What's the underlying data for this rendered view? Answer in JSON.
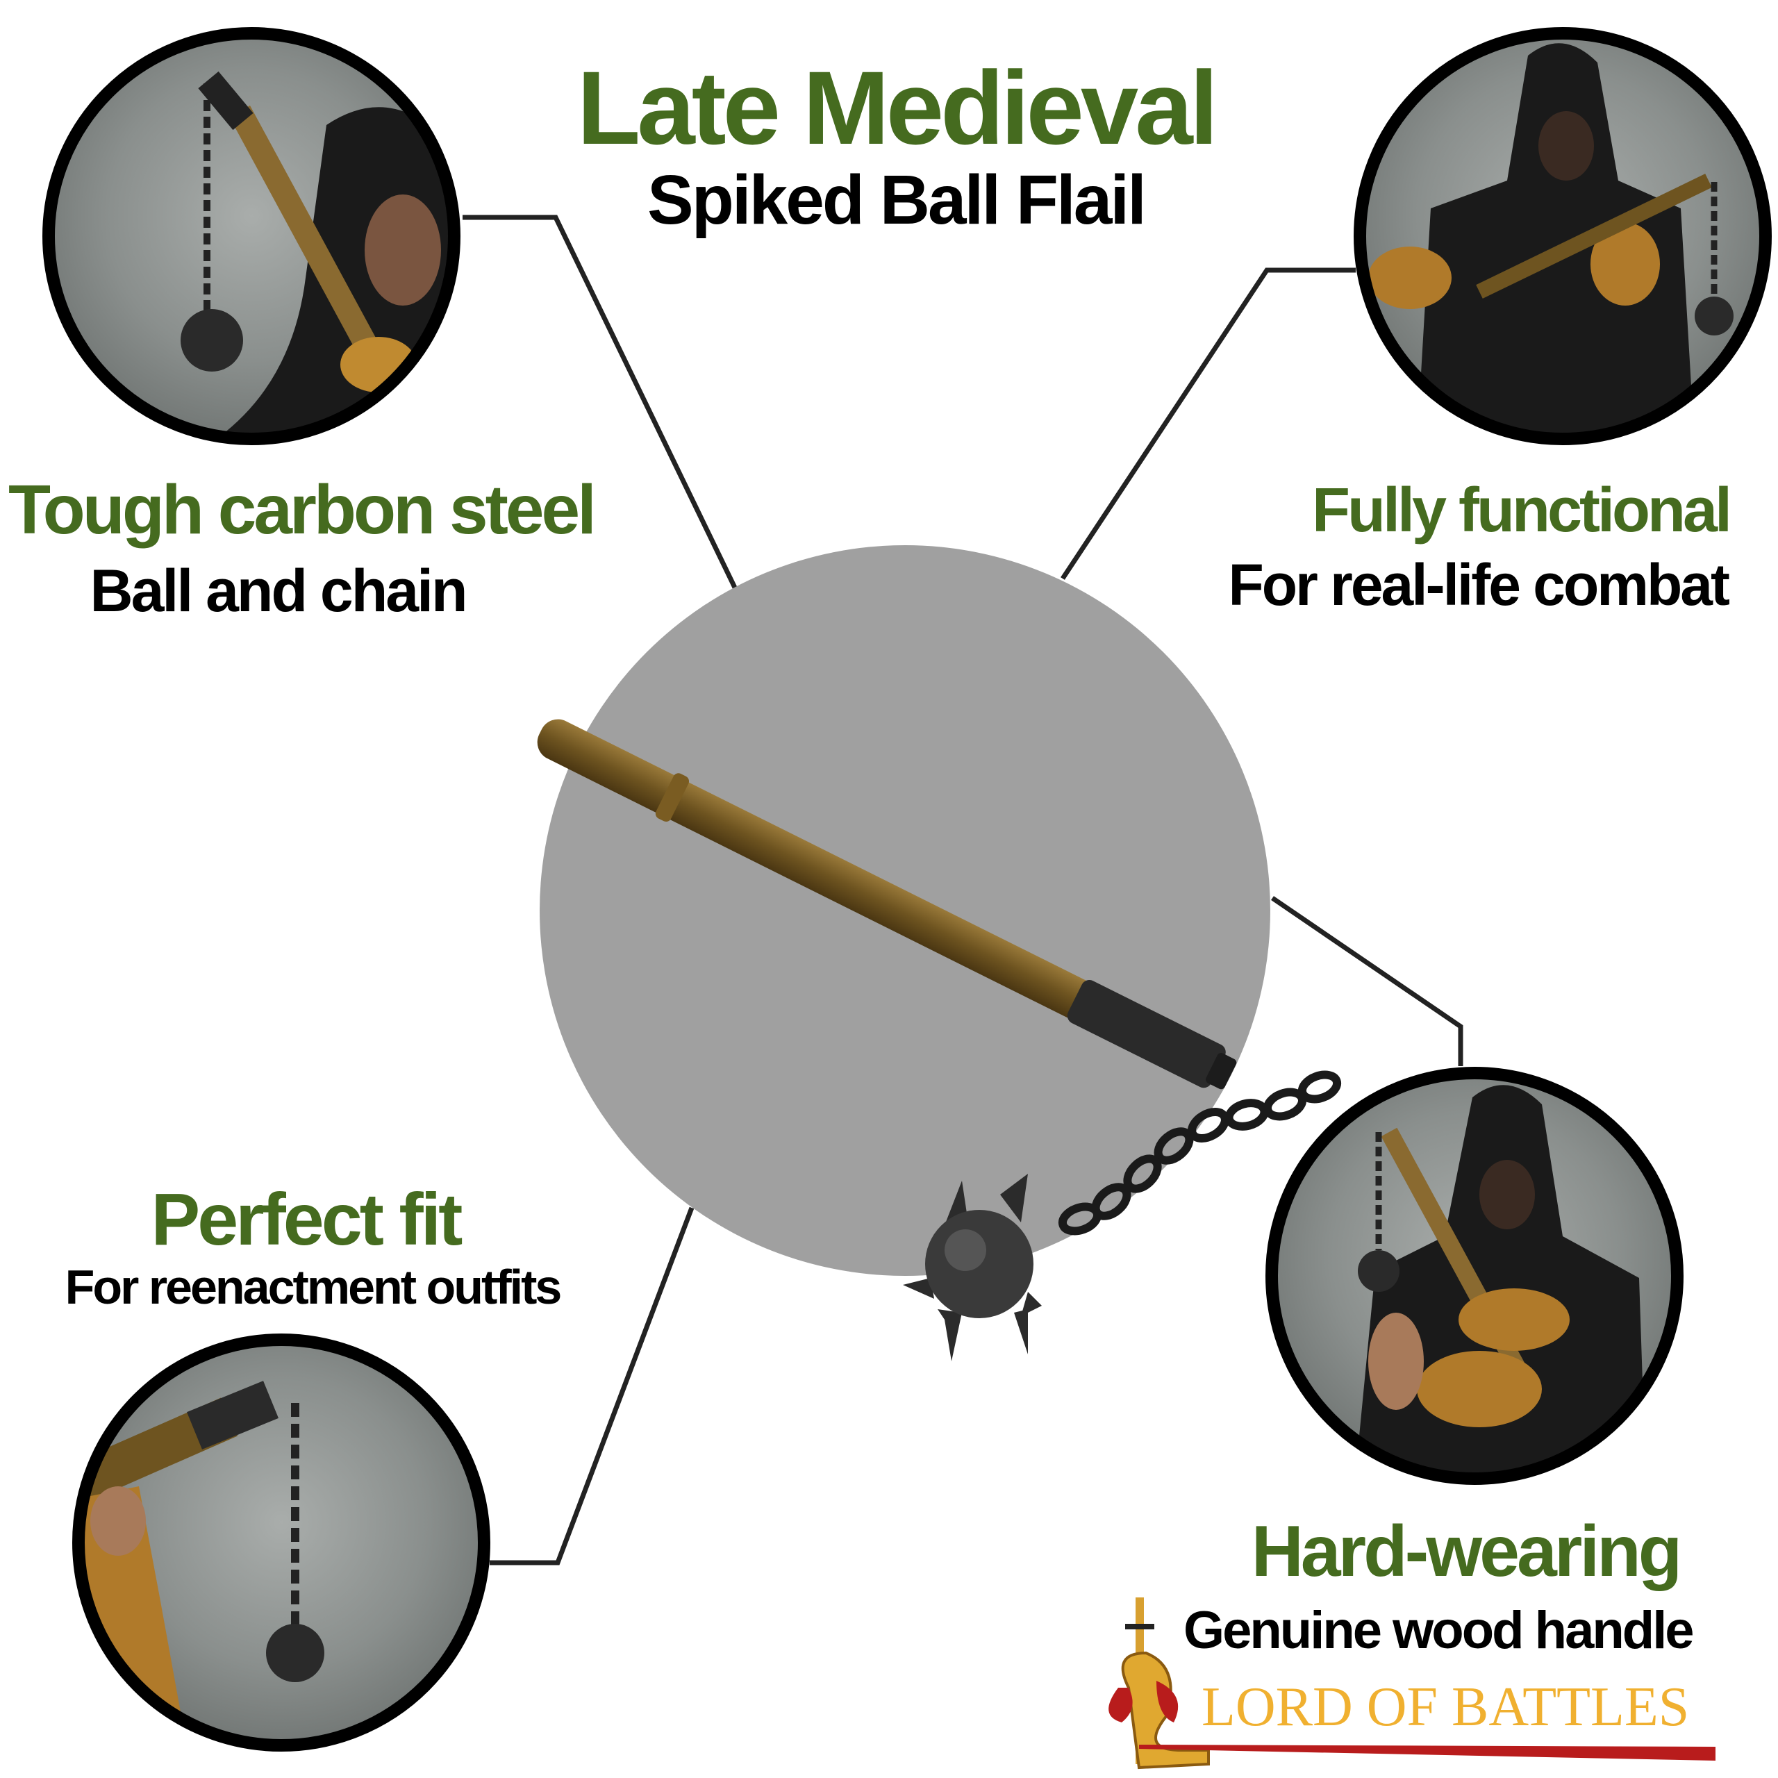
{
  "header": {
    "title": "Late Medieval",
    "subtitle": "Spiked Ball Flail"
  },
  "features": [
    {
      "heading": "Tough carbon steel",
      "subheading": "Ball and chain",
      "image_icon": "flail-hanging-photo"
    },
    {
      "heading": "Fully functional",
      "subheading": "For real-life combat",
      "image_icon": "hooded-man-holding-flail-photo"
    },
    {
      "heading": "Perfect fit",
      "subheading": "For reenactment outfits",
      "image_icon": "chain-and-ball-closeup-photo"
    },
    {
      "heading": "Hard-wearing",
      "subheading": "Genuine wood handle",
      "image_icon": "hooded-man-gripping-handle-photo"
    }
  ],
  "product_image_icon": "spiked-ball-flail",
  "logo": {
    "text": "LORD OF BATTLES",
    "icon": "sword-letter-l-logo"
  },
  "colors": {
    "heading_green": "#456b1f",
    "body_text": "#000000",
    "center_disc": "#a0a0a0",
    "logo_gold": "#f0b030",
    "logo_red": "#b81c1c",
    "frame": "#000000"
  }
}
